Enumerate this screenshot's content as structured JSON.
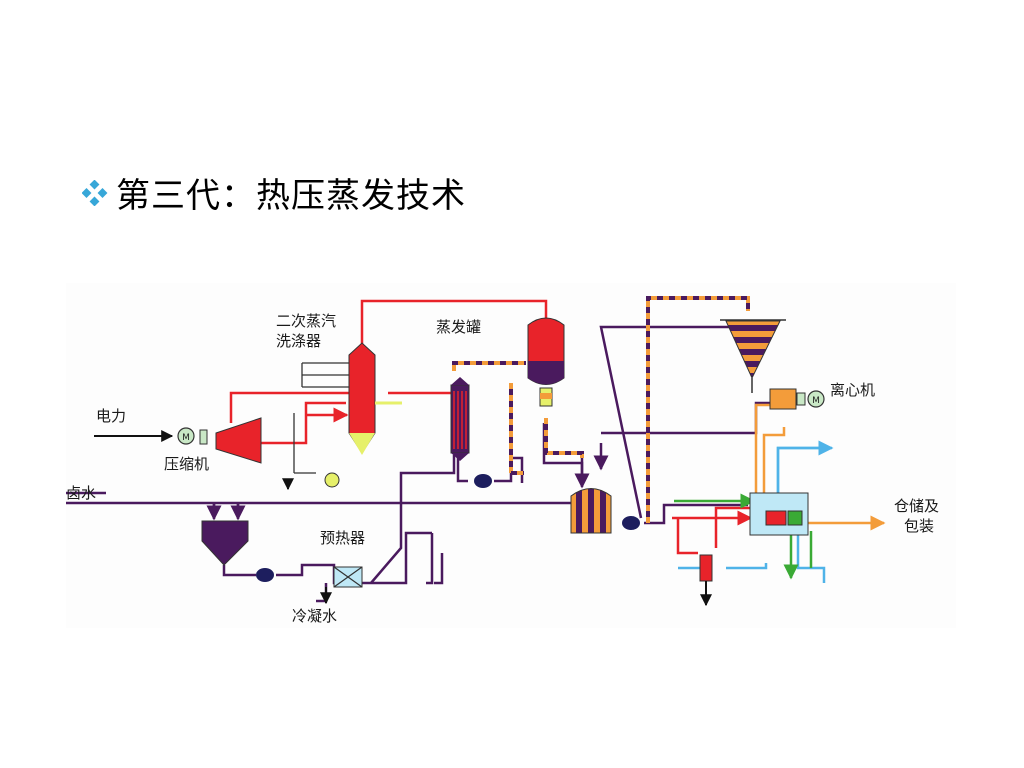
{
  "slide": {
    "title": "第三代：热压蒸发技术"
  },
  "diagram": {
    "labels": {
      "secondary_steam_line1": "二次蒸汽",
      "secondary_steam_line2": "洗涤器",
      "evaporator": "蒸发罐",
      "centrifuge": "离心机",
      "power": "电力",
      "compressor": "压缩机",
      "brine": "卤水",
      "preheater": "预热器",
      "condensate": "冷凝水",
      "storage_line1": "仓储及",
      "storage_line2": "包装"
    },
    "icons": {
      "motor_symbol": "M",
      "motor_symbol_2": "M"
    },
    "colors": {
      "steam": "#e8232a",
      "brine": "#4a1a5e",
      "slurry": "#f39c3a",
      "cold_water": "#4fb3e8",
      "green_line": "#3aaa35",
      "vessel_red": "#e8232a",
      "vessel_purple": "#4a1a5e",
      "vessel_yellow": "#e6f06a",
      "bullet": "#37a7d8"
    }
  }
}
